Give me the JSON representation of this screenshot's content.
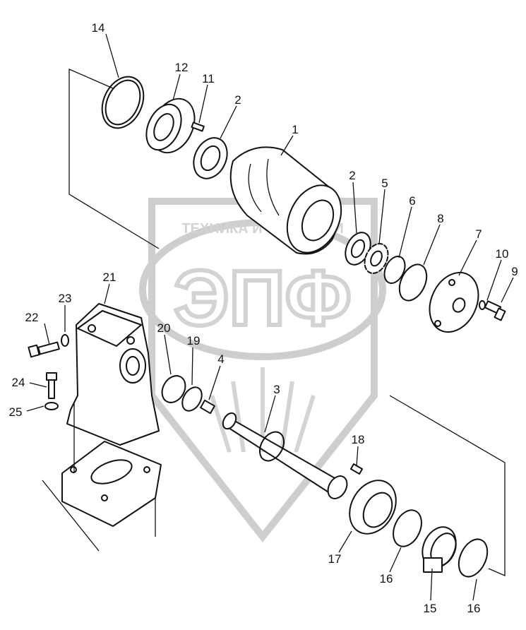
{
  "watermark": {
    "top_text": "ТЕХНИКА И ЗАПЧАСТИ",
    "logo_text": "ЭПФ",
    "color": "#cccccc"
  },
  "callouts": [
    {
      "id": "1",
      "label": "1"
    },
    {
      "id": "2a",
      "label": "2"
    },
    {
      "id": "2b",
      "label": "2"
    },
    {
      "id": "3",
      "label": "3"
    },
    {
      "id": "4",
      "label": "4"
    },
    {
      "id": "5",
      "label": "5"
    },
    {
      "id": "6",
      "label": "6"
    },
    {
      "id": "7",
      "label": "7"
    },
    {
      "id": "8",
      "label": "8"
    },
    {
      "id": "9",
      "label": "9"
    },
    {
      "id": "10",
      "label": "10"
    },
    {
      "id": "11",
      "label": "11"
    },
    {
      "id": "12",
      "label": "12"
    },
    {
      "id": "14",
      "label": "14"
    },
    {
      "id": "15",
      "label": "15"
    },
    {
      "id": "16a",
      "label": "16"
    },
    {
      "id": "16b",
      "label": "16"
    },
    {
      "id": "17",
      "label": "17"
    },
    {
      "id": "18",
      "label": "18"
    },
    {
      "id": "19",
      "label": "19"
    },
    {
      "id": "20",
      "label": "20"
    },
    {
      "id": "21",
      "label": "21"
    },
    {
      "id": "22",
      "label": "22"
    },
    {
      "id": "23",
      "label": "23"
    },
    {
      "id": "24",
      "label": "24"
    },
    {
      "id": "25",
      "label": "25"
    }
  ]
}
